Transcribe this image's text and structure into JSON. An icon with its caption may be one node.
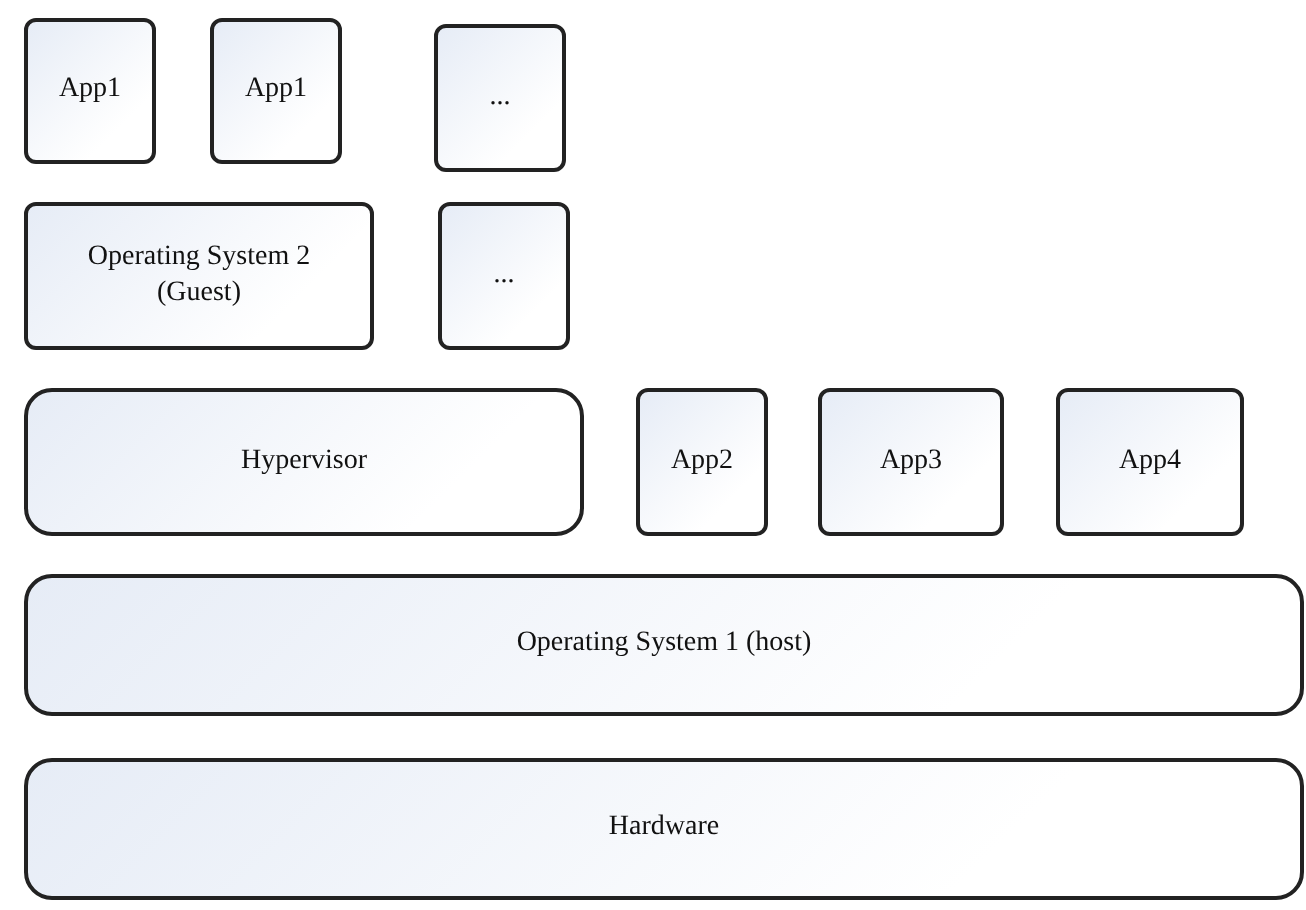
{
  "diagram": {
    "nodes": [
      {
        "text": [
          "App1"
        ]
      },
      {
        "text": [
          "App1"
        ]
      },
      {
        "text": [
          "..."
        ]
      },
      {
        "text": [
          "Operating System 2 (Guest)"
        ]
      },
      {
        "text": [
          "..."
        ]
      },
      {
        "text": [
          "Hypervisor"
        ]
      },
      {
        "text": [
          "App2"
        ]
      },
      {
        "text": [
          "App3"
        ]
      },
      {
        "text": [
          "App4"
        ]
      },
      {
        "text": [
          "Operating System 1 (host)"
        ]
      },
      {
        "text": [
          "Hardware"
        ]
      }
    ]
  }
}
